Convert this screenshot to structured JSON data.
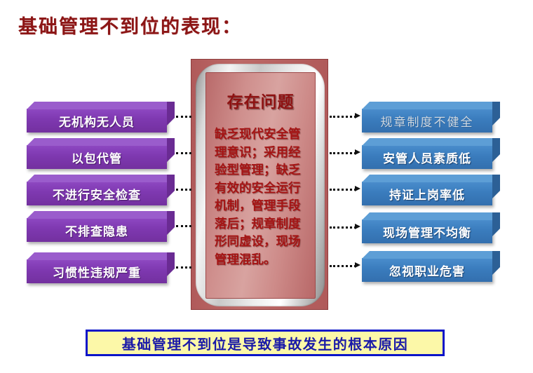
{
  "slide": {
    "title": "基础管理不到位的表现："
  },
  "center": {
    "heading": "存在问题",
    "body": "缺乏现代安全管理意识；采用经验型管理；缺乏有效的安全运行机制，管理手段落后；规章制度形同虚设，现场管理混乱。"
  },
  "left_boxes": [
    {
      "label": "无机构无人员"
    },
    {
      "label": "以包代管"
    },
    {
      "label": "不进行安全检查"
    },
    {
      "label": "不排查隐患"
    },
    {
      "label": "习惯性违规严重"
    }
  ],
  "right_boxes": [
    {
      "label": "规章制度不健全"
    },
    {
      "label": "安管人员素质低"
    },
    {
      "label": "持证上岗率低"
    },
    {
      "label": "现场管理不均衡"
    },
    {
      "label": "忽视职业危害"
    }
  ],
  "banner": {
    "text": "基础管理不到位是导致事故发生的根本原因"
  },
  "colors": {
    "title": "#8C1616",
    "left_box": "#7E38B0",
    "right_box": "#3A7CBD",
    "center_panel": "#CF8F8D",
    "center_text": "#A51414",
    "banner_bg": "#FCF8A8",
    "banner_border": "#0B14C8",
    "banner_text": "#1A1AA8",
    "connector": "#111111"
  }
}
